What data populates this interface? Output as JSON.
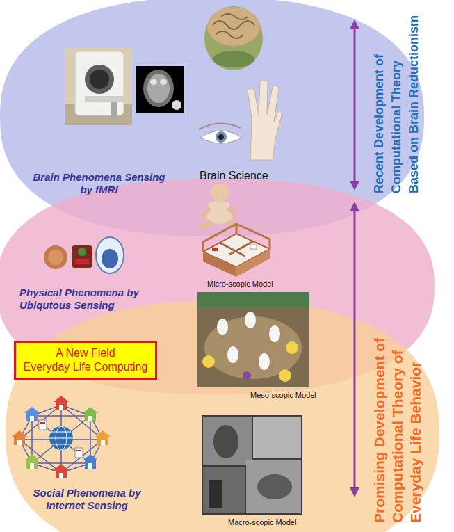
{
  "diagram": {
    "nodes": [
      {
        "text": [
          "Brain Phenomena Sensing by fMRI",
          "Brain Science"
        ]
      },
      {
        "text": [
          "Physical Phenomena by Ubiqutous Sensing",
          "Micro-scopic Model"
        ]
      },
      {
        "text": [
          "A New Field Everyday Life Computing"
        ]
      },
      {
        "text": [
          "Social Phenomena by Internet Sensing",
          "Meso-scopic Model",
          "Macro-scopic Model"
        ]
      }
    ],
    "labels": [
      "Recent Development of Computational Theory Based on Brain Reductionism",
      "Promising Development of Computational Theory of Everyday Life Behavior"
    ]
  }
}
